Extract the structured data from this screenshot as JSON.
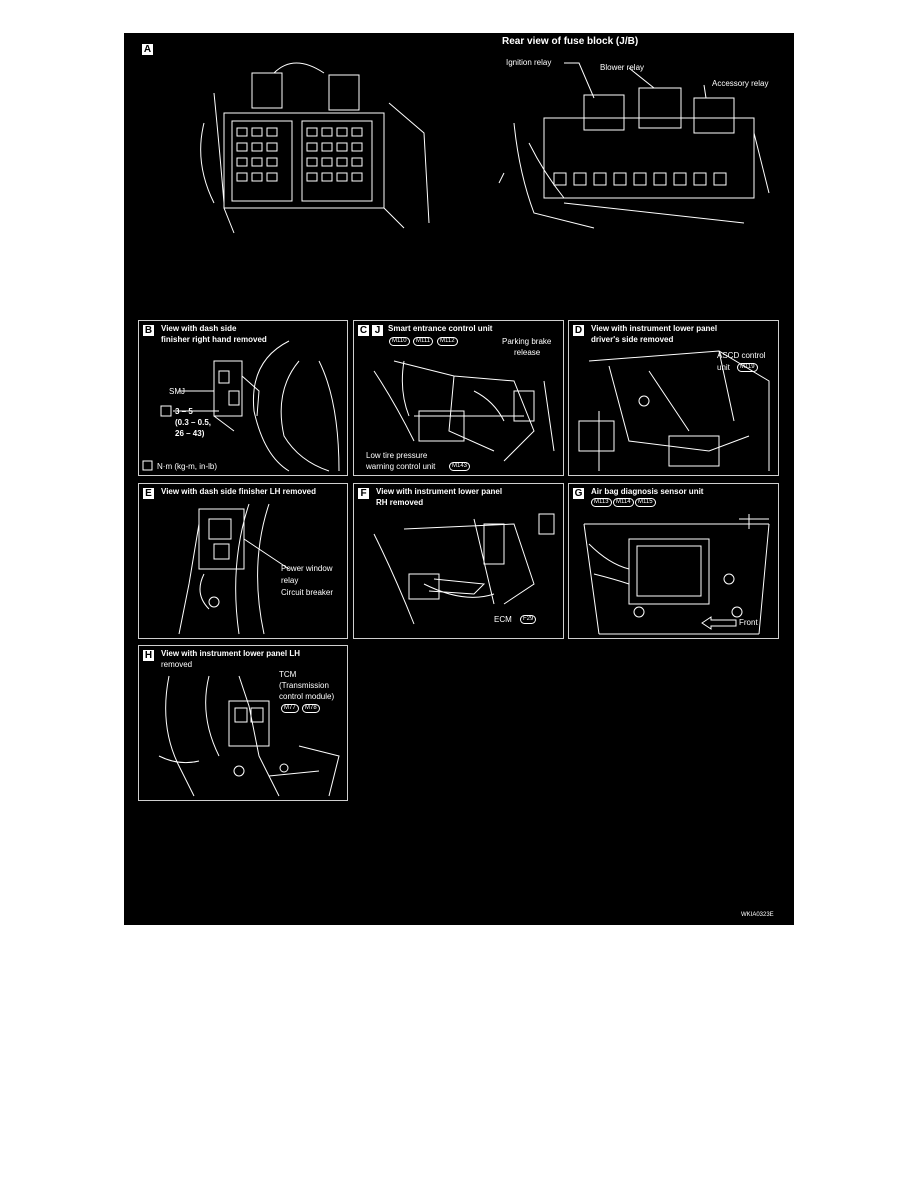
{
  "colors": {
    "background": "#000000",
    "ink": "#ffffff",
    "page": "#ffffff"
  },
  "panelA": {
    "tag": "A",
    "title": "Rear view of fuse block (J/B)",
    "ignition": "Ignition relay",
    "blower": "Blower relay",
    "accessory": "Accessory relay"
  },
  "panelB": {
    "tag": "B",
    "title1": "View with dash side",
    "title2": "finisher right hand removed",
    "smj": "SMJ",
    "torque1": "3 – 5",
    "torque2": "(0.3 – 0.5,",
    "torque3": "26 – 43)",
    "units": "N·m (kg-m, in-lb)",
    "torque_icon": "torque-wrench-icon"
  },
  "panelC": {
    "tag1": "C",
    "tag2": "J",
    "title": "Smart entrance control unit",
    "c1": "M110",
    "c2": "M111",
    "c3": "M112",
    "parking1": "Parking brake",
    "parking2": "release",
    "low1": "Low tire pressure",
    "low2": "warning control unit",
    "c4": "M143"
  },
  "panelD": {
    "tag": "D",
    "title1": "View with instrument lower panel",
    "title2": "driver's side removed",
    "ascd1": "ASCD control",
    "ascd2": "unit",
    "c1": "M119"
  },
  "panelE": {
    "tag": "E",
    "title": "View with dash side finisher LH removed",
    "pw1": "Power window",
    "pw2": "relay",
    "cb": "Circuit breaker"
  },
  "panelF": {
    "tag": "F",
    "title1": "View with instrument lower panel",
    "title2": "RH removed",
    "ecm": "ECM",
    "c1": "F29"
  },
  "panelG": {
    "tag": "G",
    "title": "Air bag diagnosis sensor unit",
    "c1": "M113",
    "c2": "M114",
    "c3": "M115",
    "front": "Front",
    "front_icon": "arrow-left-icon"
  },
  "panelH": {
    "tag": "H",
    "title1": "View with instrument lower panel LH",
    "title2": "removed",
    "tcm1": "TCM",
    "tcm2": "(Transmission",
    "tcm3": "control module)",
    "c1": "M77",
    "c2": "M78"
  },
  "code": "WKIA0323E"
}
